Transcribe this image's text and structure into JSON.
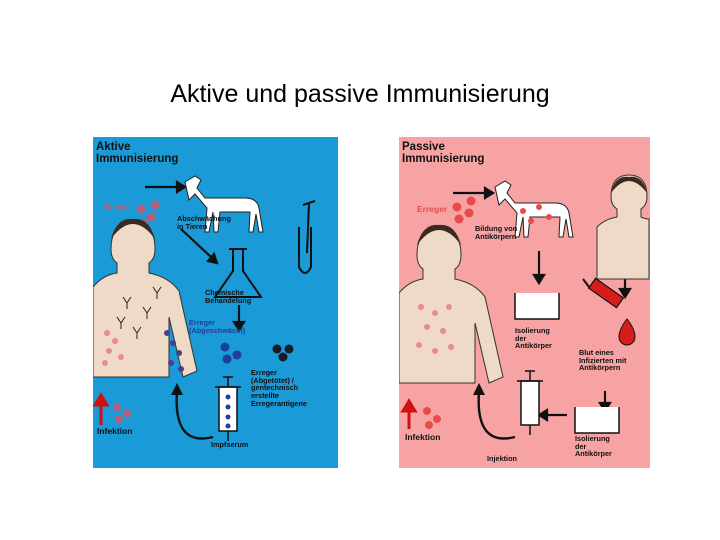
{
  "slide": {
    "title": "Aktive und passive Immunisierung"
  },
  "active": {
    "title_line1": "Aktive",
    "title_line2": "Immunisierung",
    "erreger": "Erreger",
    "abschwaechung_1": "Abschwächung",
    "abschwaechung_2": "in Tieren",
    "chemische_1": "Chemische",
    "chemische_2": "Behandelung",
    "erreger_abg_1": "Erreger",
    "erreger_abg_2": "(Abgeschwächt)",
    "getoetet_1": "Erreger",
    "getoetet_2": "(Abgetötet) /",
    "getoetet_3": "gentechnisch",
    "getoetet_4": "erstellte",
    "getoetet_5": "Erregerantigene",
    "impfserum": "Impfserum",
    "infektion": "Infektion",
    "colors": {
      "background": "#1a9ad6",
      "pathogen_red": "#b0607a",
      "pathogen_blue": "#1e3f9a",
      "pathogen_dark": "#1a1a2a",
      "arrow_red": "#d01010"
    }
  },
  "passive": {
    "title_line1": "Passive",
    "title_line2": "Immunisierung",
    "erreger": "Erreger",
    "bildung_1": "Bildung von",
    "bildung_2": "Antikörpern",
    "isolierung1_1": "Isolierung",
    "isolierung1_2": "der",
    "isolierung1_3": "Antikörper",
    "blut_1": "Blut eines",
    "blut_2": "Infizierten mit",
    "blut_3": "Antikörpern",
    "isolierung2_1": "Isolierung",
    "isolierung2_2": "der",
    "isolierung2_3": "Antikörper",
    "injektion": "Injektion",
    "infektion": "Infektion",
    "colors": {
      "background": "#f7a3a3",
      "pathogen_red": "#e94b4b",
      "blood_red": "#d81c1c",
      "arrow_red": "#d01010"
    }
  }
}
